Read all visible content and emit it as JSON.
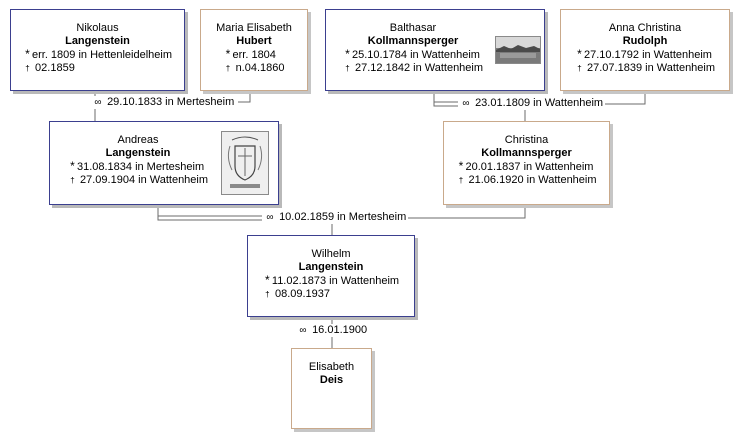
{
  "persons": {
    "nikolaus": {
      "given": "Nikolaus",
      "surname": "Langenstein",
      "birth": "err. 1809 in Hettenleidelheim",
      "death": "02.1859"
    },
    "maria": {
      "given": "Maria Elisabeth",
      "surname": "Hubert",
      "birth": "err. 1804",
      "death": "n.04.1860"
    },
    "balthasar": {
      "given": "Balthasar",
      "surname": "Kollmannsperger",
      "birth": "25.10.1784 in Wattenheim",
      "death": "27.12.1842 in Wattenheim"
    },
    "anna": {
      "given": "Anna Christina",
      "surname": "Rudolph",
      "birth": "27.10.1792 in Wattenheim",
      "death": "27.07.1839 in Wattenheim"
    },
    "andreas": {
      "given": "Andreas",
      "surname": "Langenstein",
      "birth": "31.08.1834 in Mertesheim",
      "death": "27.09.1904 in Wattenheim"
    },
    "christina": {
      "given": "Christina",
      "surname": "Kollmannsperger",
      "birth": "20.01.1837 in Wattenheim",
      "death": "21.06.1920 in Wattenheim"
    },
    "wilhelm": {
      "given": "Wilhelm",
      "surname": "Langenstein",
      "birth": "11.02.1873 in Wattenheim",
      "death": "08.09.1937"
    },
    "elisabeth": {
      "given": "Elisabeth",
      "surname": "Deis"
    }
  },
  "marriages": {
    "nikolaus_maria": "29.10.1833 in Mertesheim",
    "balthasar_anna": "23.01.1809 in Wattenheim",
    "andreas_christina": "10.02.1859 in Mertesheim",
    "wilhelm_elisabeth": "16.01.1900"
  },
  "symbols": {
    "birth": "*",
    "death": "†",
    "marriage": "∞"
  },
  "colors": {
    "male_border": "#3b3f8f",
    "female_border": "#c9a98b",
    "connector": "#6b6b6b"
  }
}
